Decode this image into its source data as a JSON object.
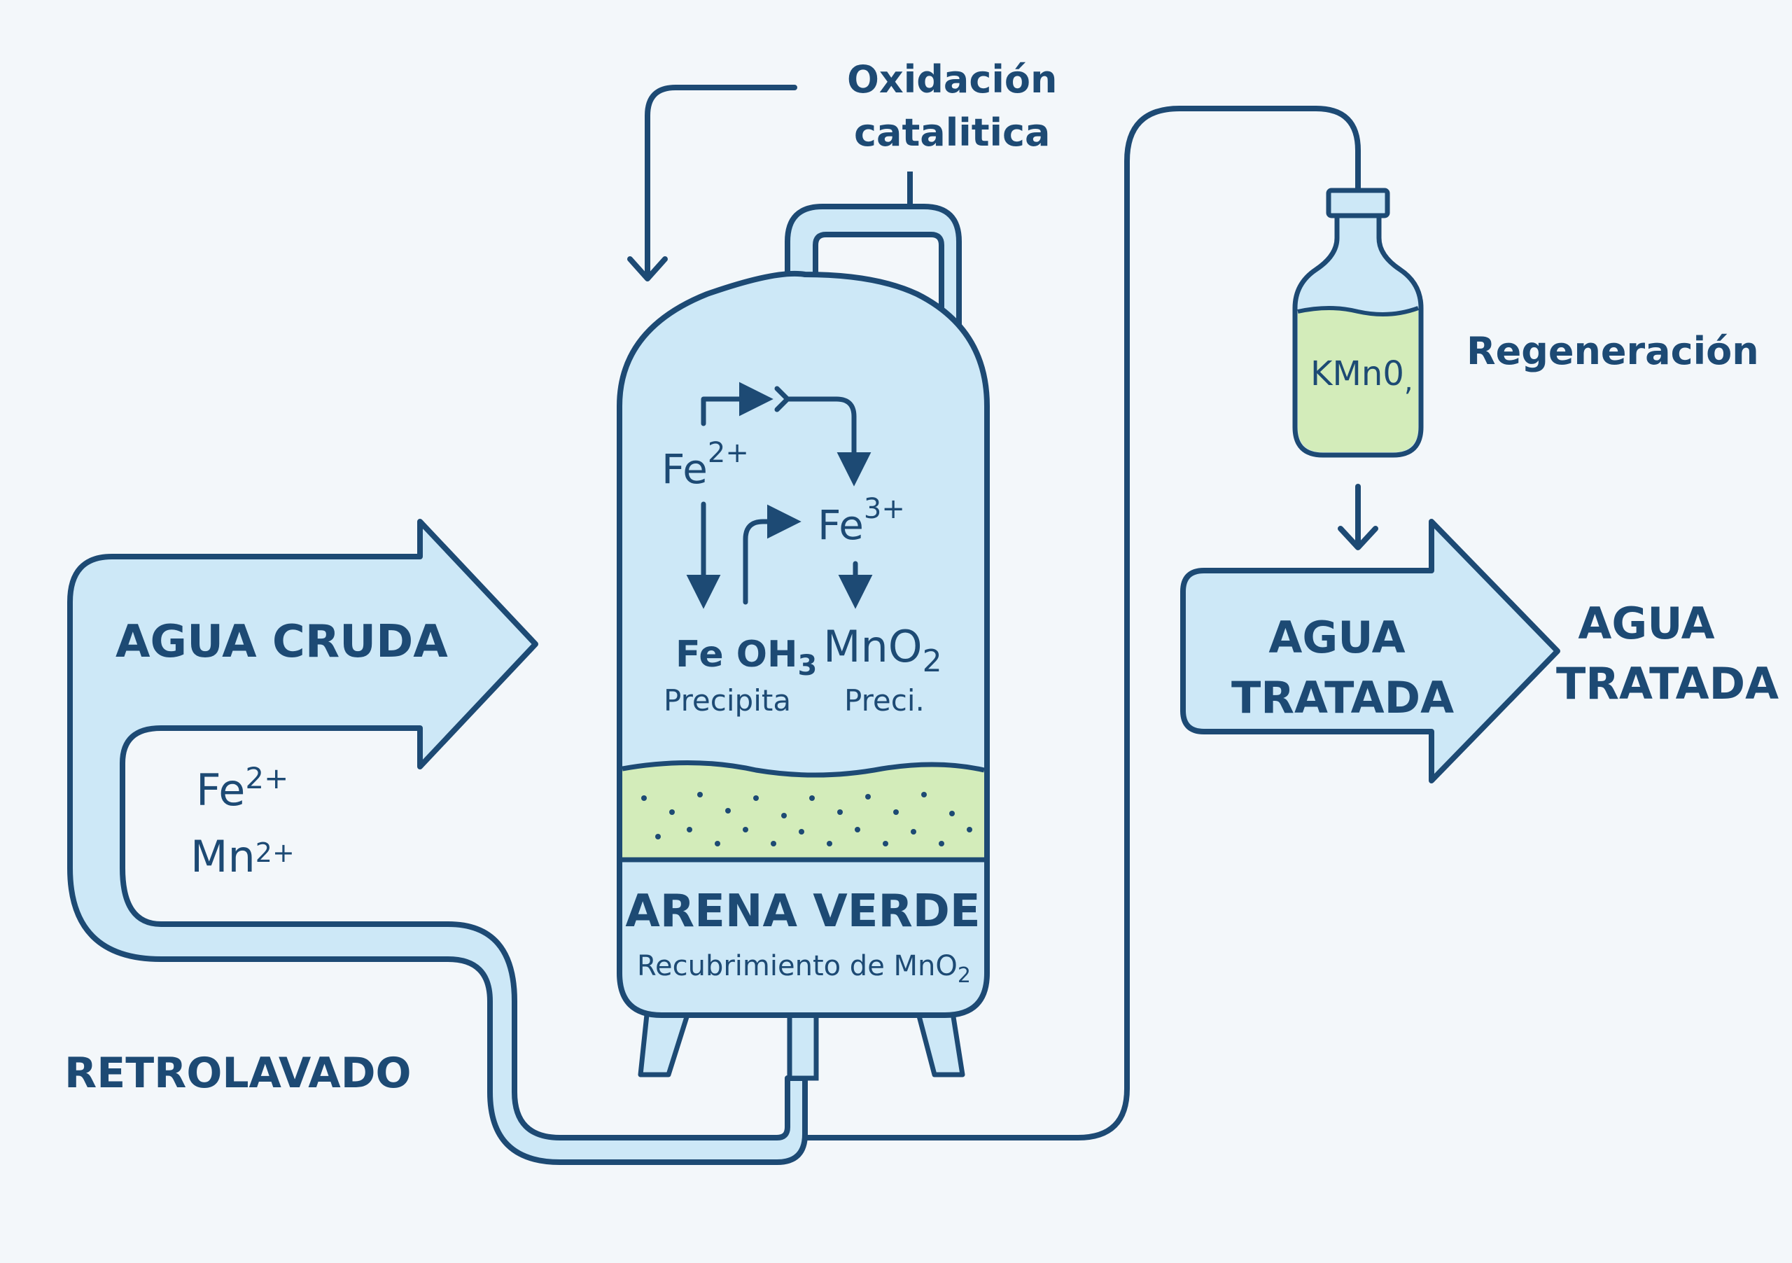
{
  "labels": {
    "oxidacion_line1": "Oxidación",
    "oxidacion_line2": "catalitica",
    "regeneracion": "Regeneración",
    "agua_cruda": "AGUA CRUDA",
    "influent_ion_fe": "Fe",
    "influent_ion_fe_charge": "2+",
    "influent_ion_mn": "Mn",
    "influent_ion_mn_charge": "2+",
    "retrolavado": "RETROLAVADO",
    "tank_fe2": "Fe",
    "tank_fe2_charge": "2+",
    "tank_fe3": "Fe",
    "tank_fe3_charge": "3+",
    "feoh3_main": "Fe OH",
    "feoh3_sub": "3",
    "precipita": "Precipita",
    "mno2_main": "MnO",
    "mno2_sub": "2",
    "preci": "Preci.",
    "arena_verde": "ARENA VERDE",
    "recubrimiento_main": "Recubrimiento de MnO",
    "recubrimiento_sub": "2",
    "bottle_label_main": "KMn0",
    "bottle_label_sub": ",",
    "agua_tratada_arrow_line1": "AGUA",
    "agua_tratada_arrow_line2": "TRATADA",
    "agua_tratada_line1": "AGUA",
    "agua_tratada_line2": "TRATADA"
  },
  "colors": {
    "stroke": "#1d4a74",
    "fill_light_blue": "#cde8f7",
    "fill_green": "#d3ecba",
    "background": "#f3f7fa"
  }
}
